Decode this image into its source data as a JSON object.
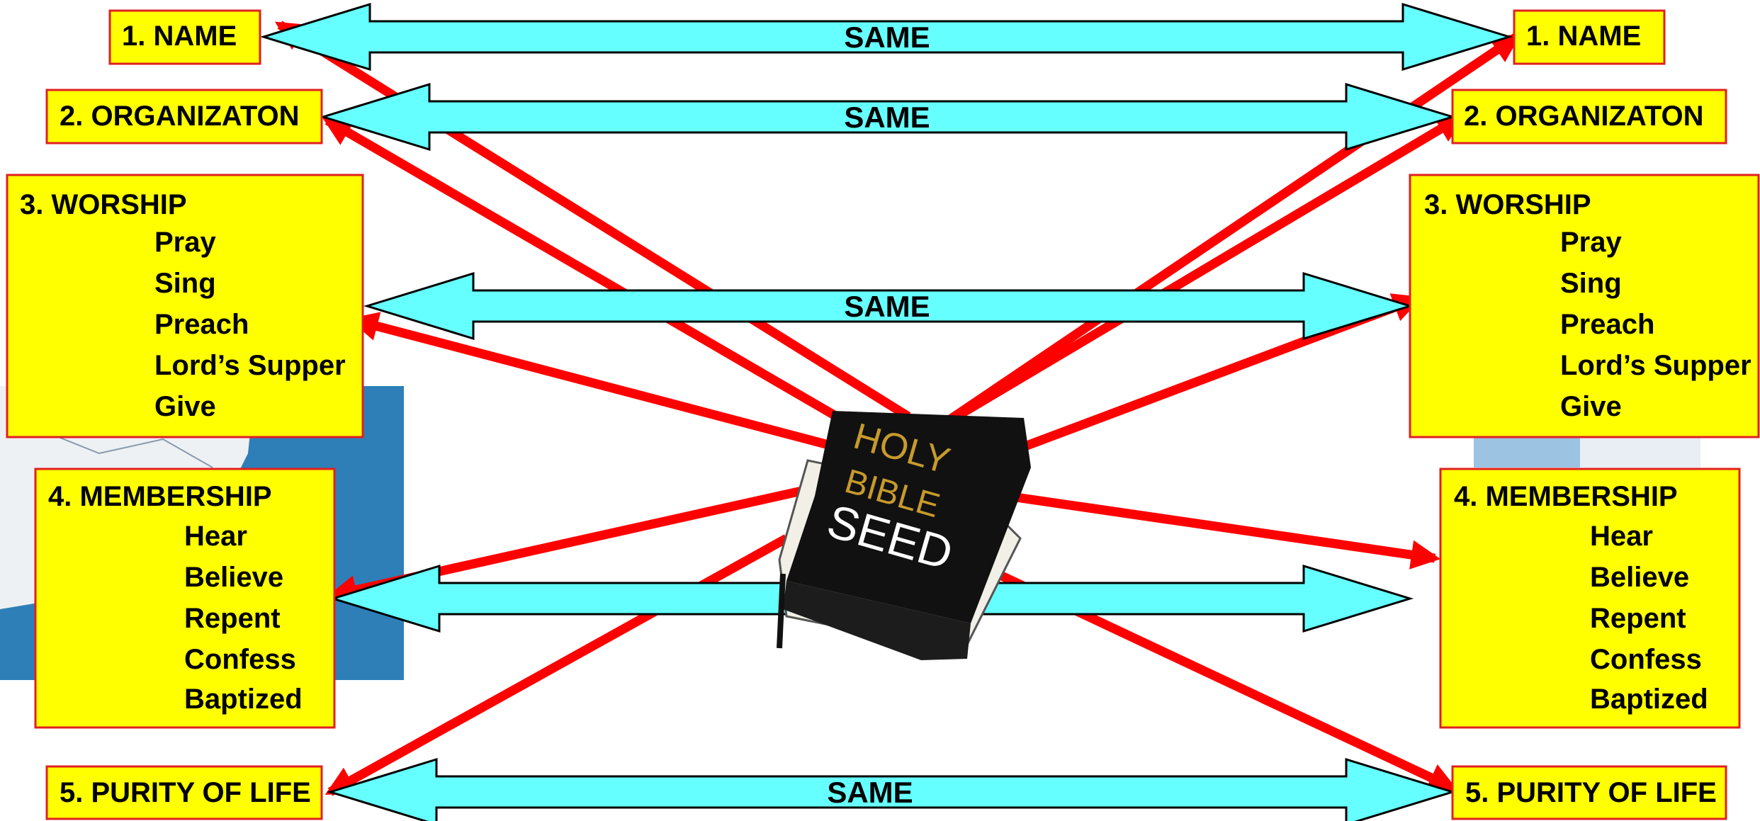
{
  "same_label": "SAME",
  "left_boxes": {
    "name": "1. NAME",
    "organization": "2. ORGANIZATON",
    "worship": {
      "title": "3. WORSHIP",
      "items": [
        "Pray",
        "Sing",
        "Preach",
        "Lord’s Supper",
        "Give"
      ]
    },
    "membership": {
      "title": "4. MEMBERSHIP",
      "items": [
        "Hear",
        "Believe",
        "Repent",
        "Confess",
        "Baptized"
      ]
    },
    "purity": "5. PURITY OF LIFE"
  },
  "right_boxes": {
    "name": "1. NAME",
    "organization": "2. ORGANIZATON",
    "worship": {
      "title": "3. WORSHIP",
      "items": [
        "Pray",
        "Sing",
        "Preach",
        "Lord’s Supper",
        "Give"
      ]
    },
    "membership": {
      "title": "4. MEMBERSHIP",
      "items": [
        "Hear",
        "Believe",
        "Repent",
        "Confess",
        "Baptized"
      ]
    },
    "purity": "5. PURITY OF LIFE"
  },
  "bible": {
    "cover_line1": "HOLY",
    "cover_line2": "BIBLE",
    "overlay": "SEED"
  },
  "colors": {
    "box_fill": "#ffff00",
    "box_border": "#e02020",
    "same_arrow_fill": "#66ffff",
    "pointer_arrow": "#ff0000",
    "map_sea": "#2e7fb8"
  }
}
